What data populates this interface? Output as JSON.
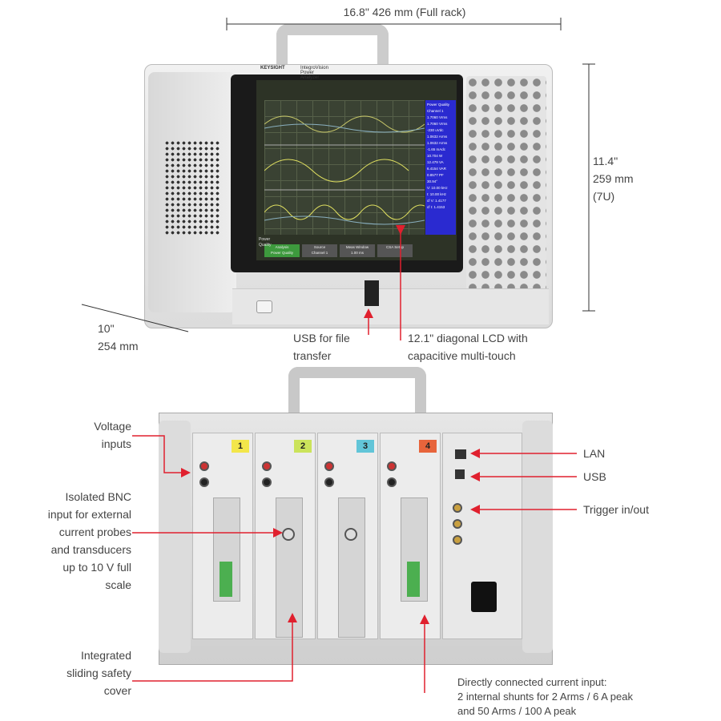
{
  "dimensions": {
    "width": "16.8\" 426 mm (Full rack)",
    "height_1": "11.4\"",
    "height_2": "259 mm",
    "height_3": "(7U)",
    "depth_1": "10\"",
    "depth_2": "254 mm"
  },
  "front": {
    "brand": "KEYSIGHT",
    "model": "IntegroVision Power Analyzer",
    "readouts": [
      "Power Quality",
      "Channel 1",
      "1.7060 Vrms",
      "1.7060 Vrms",
      "-230 uVdc",
      "1.0632 Arms",
      "1.0632 Arms",
      "-1.65 mAdc",
      "10.704 W",
      "12.479 VA",
      "6.4154 VAR",
      "0.8577 PF",
      "30.94°",
      "V: 10.00 kHz",
      "I: 10.00 kHz",
      "cf V: 1.4177",
      "cf I: 1.4153"
    ],
    "softkeys": [
      {
        "top": "Analysis",
        "bottom": "Power Quality"
      },
      {
        "top": "Source",
        "bottom": "Channel 1"
      },
      {
        "top": "Meas Window",
        "bottom": "1.00 ms"
      },
      {
        "top": "CSA Setup",
        "bottom": ""
      }
    ],
    "menu_title": "Power Quality"
  },
  "callouts_top": {
    "usb": [
      "USB for file",
      "transfer"
    ],
    "lcd": [
      "12.1\" diagonal LCD with",
      "capacitive multi-touch"
    ]
  },
  "rear": {
    "modules": [
      {
        "num": "1",
        "color": "#f3e64a"
      },
      {
        "num": "2",
        "color": "#cbe35b"
      },
      {
        "num": "3",
        "color": "#62c5d8"
      },
      {
        "num": "4",
        "color": "#e7643b"
      }
    ],
    "callouts_left": {
      "voltage": [
        "Voltage",
        "inputs"
      ],
      "bnc": [
        "Isolated BNC",
        "input for external",
        "current probes",
        "and transducers",
        "up to 10 V full",
        "scale"
      ],
      "cover": [
        "Integrated",
        "sliding safety",
        "cover"
      ]
    },
    "callouts_right": {
      "lan": "LAN",
      "usb": "USB",
      "trigger": "Trigger in/out"
    },
    "callout_bottom": [
      "Directly connected current input:",
      "2 internal shunts for  2 Arms / 6 A peak",
      "and 50 Arms / 100 A peak"
    ]
  },
  "accent": "#e0202e"
}
